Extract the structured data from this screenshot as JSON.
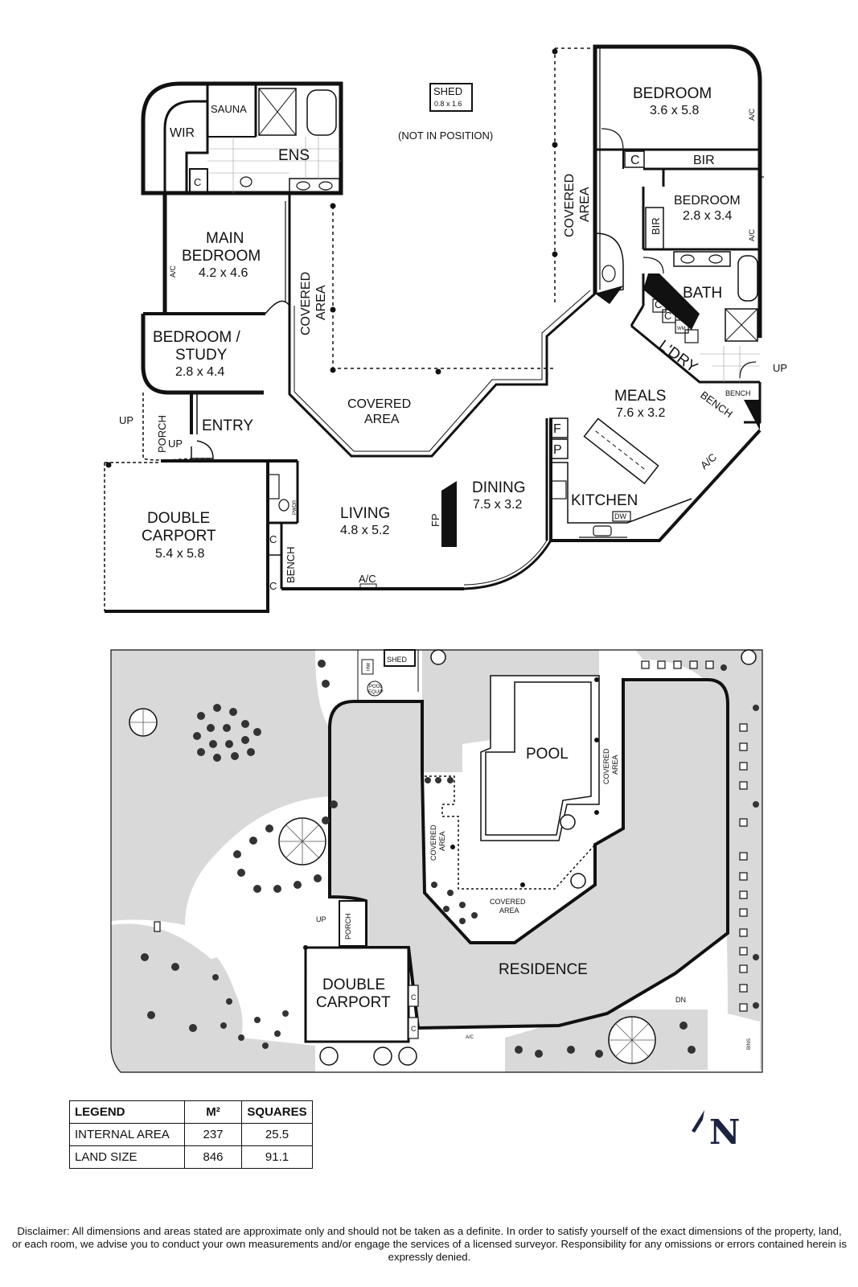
{
  "floor_plan": {
    "rooms": {
      "shed": {
        "name": "SHED",
        "size": "0.8 x 1.6",
        "note": "(NOT IN POSITION)"
      },
      "wir": "WIR",
      "sauna": "SAUNA",
      "ens": "ENS",
      "main_bedroom": {
        "name1": "MAIN",
        "name2": "BEDROOM",
        "size": "4.2 x 4.6"
      },
      "bedroom_study": {
        "name1": "BEDROOM /",
        "name2": "STUDY",
        "size": "2.8 x 4.4"
      },
      "entry": "ENTRY",
      "porch": "PORCH",
      "double_carport": {
        "name1": "DOUBLE",
        "name2": "CARPORT",
        "size": "5.4 x 5.8"
      },
      "living": {
        "name": "LIVING",
        "size": "4.8 x 5.2"
      },
      "dining": {
        "name": "DINING",
        "size": "7.5 x 3.2"
      },
      "kitchen": "KITCHEN",
      "meals": {
        "name": "MEALS",
        "size": "7.6 x 3.2"
      },
      "bedroom1": {
        "name": "BEDROOM",
        "size": "3.6 x 5.8"
      },
      "bedroom2": {
        "name": "BEDROOM",
        "size": "2.8 x 3.4"
      },
      "bath": "BATH",
      "ldry": "L'DRY",
      "covered_area": {
        "line1": "COVERED",
        "line2": "AREA"
      }
    },
    "fixtures": {
      "bir": "BIR",
      "c": "C",
      "ac": "A/C",
      "up": "UP",
      "fp": "FP",
      "f": "F",
      "p": "P",
      "dw": "DW",
      "bench": "BENCH",
      "pwdr": "PWDR",
      "wm": "WM"
    }
  },
  "site_plan": {
    "pool": "POOL",
    "residence": "RESIDENCE",
    "double_carport": {
      "line1": "DOUBLE",
      "line2": "CARPORT"
    },
    "shed": "SHED",
    "porch": "PORCH",
    "covered_area": {
      "line1": "COVERED",
      "line2": "AREA"
    },
    "up": "UP",
    "dn": "DN",
    "ac": "A/C",
    "hw": "HW",
    "pool_equip": {
      "line1": "POOL",
      "line2": "EQUIP"
    },
    "bins": "BINS",
    "c": "C"
  },
  "legend": {
    "headers": [
      "LEGEND",
      "M²",
      "SQUARES"
    ],
    "rows": [
      {
        "label": "INTERNAL AREA",
        "m2": "237",
        "squares": "25.5"
      },
      {
        "label": "LAND SIZE",
        "m2": "846",
        "squares": "91.1"
      }
    ]
  },
  "north": "N",
  "disclaimer": "Disclaimer: All dimensions and areas stated are approximate only and should not be taken as a definite. In order to satisfy yourself of the exact dimensions of the property, land, or each room, we advise you to conduct your own measurements and/or engage the services of a licensed surveyor. Responsibility for any omissions or errors contained herein is expressly denied."
}
